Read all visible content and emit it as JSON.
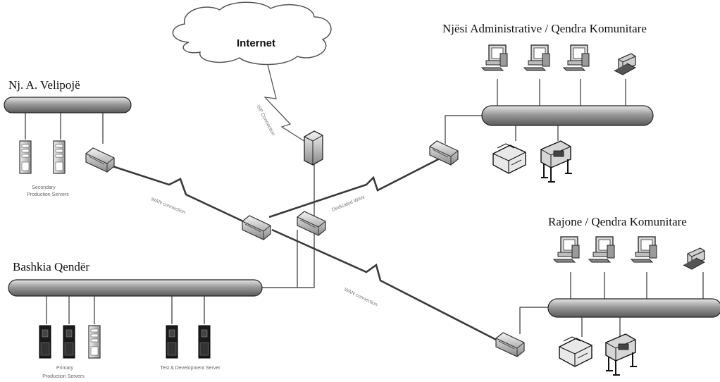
{
  "cloud": {
    "label": "Internet"
  },
  "sites": {
    "velipoje": {
      "title": "Nj. A. Velipojë"
    },
    "qender": {
      "title": "Bashkia Qendër"
    },
    "administrative": {
      "title": "Njësi Administrative / Qendra Komunitare"
    },
    "rajone": {
      "title": "Rajone / Qendra Komunitare"
    }
  },
  "server_labels": {
    "velipoje": [
      "Secondary",
      "Production Servers"
    ],
    "qender_production": [
      "Primary",
      "Production Servers"
    ],
    "qender_test": "Test & Development Server"
  },
  "link_labels": {
    "internet": "ISP Connection",
    "velipoje": "WAN connection",
    "administrative": "Dedicated WAN",
    "rajone": "WAN connection"
  }
}
